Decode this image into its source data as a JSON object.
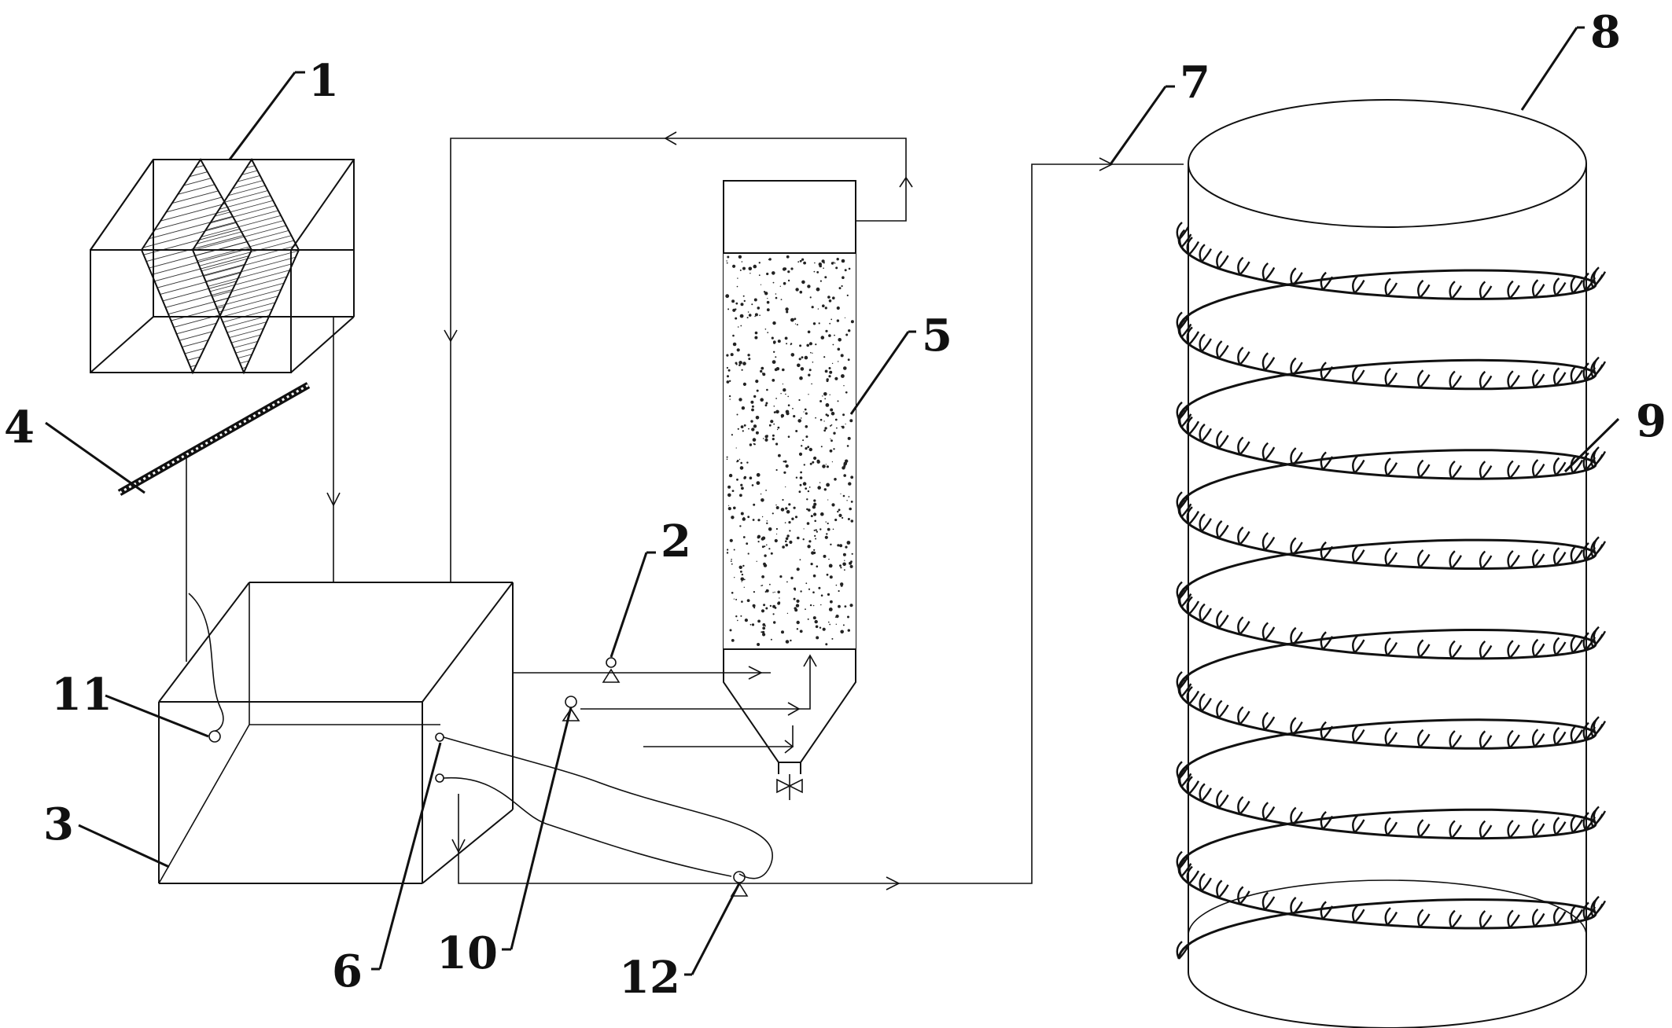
{
  "labels": {
    "n1": "1",
    "n2": "2",
    "n3": "3",
    "n4": "4",
    "n5": "5",
    "n6": "6",
    "n7": "7",
    "n8": "8",
    "n9": "9",
    "n10": "10",
    "n11": "11",
    "n12": "12"
  },
  "colors": {
    "line": "#111111",
    "background": "#ffffff"
  }
}
